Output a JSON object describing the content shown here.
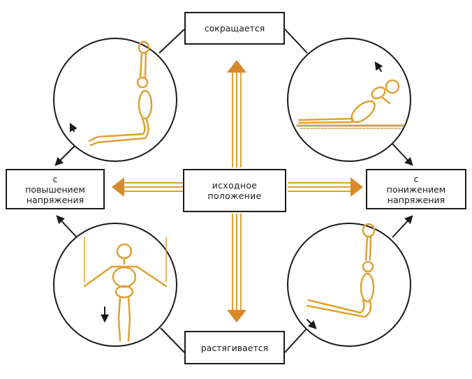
{
  "labels": {
    "top": "сокращается",
    "center": "исходное\nположение",
    "bottom": "растягивается",
    "left": "с\nповышением\nнапряжения",
    "right": "с\nпонижением\nнапряжения"
  },
  "colors": {
    "outline": "#1a1a1a",
    "figure": "#e0a030",
    "figure_dark": "#c8861c",
    "arrow_fill": "#d9892a",
    "floor": "#c8a060"
  },
  "figures": {
    "top_left": "figure-hanging-rings-legs-raised",
    "top_right": "figure-situp-on-floor",
    "bottom_left": "figure-hanging-rings-arms-spread",
    "bottom_right": "figure-hanging-rings-legs-lowering"
  }
}
